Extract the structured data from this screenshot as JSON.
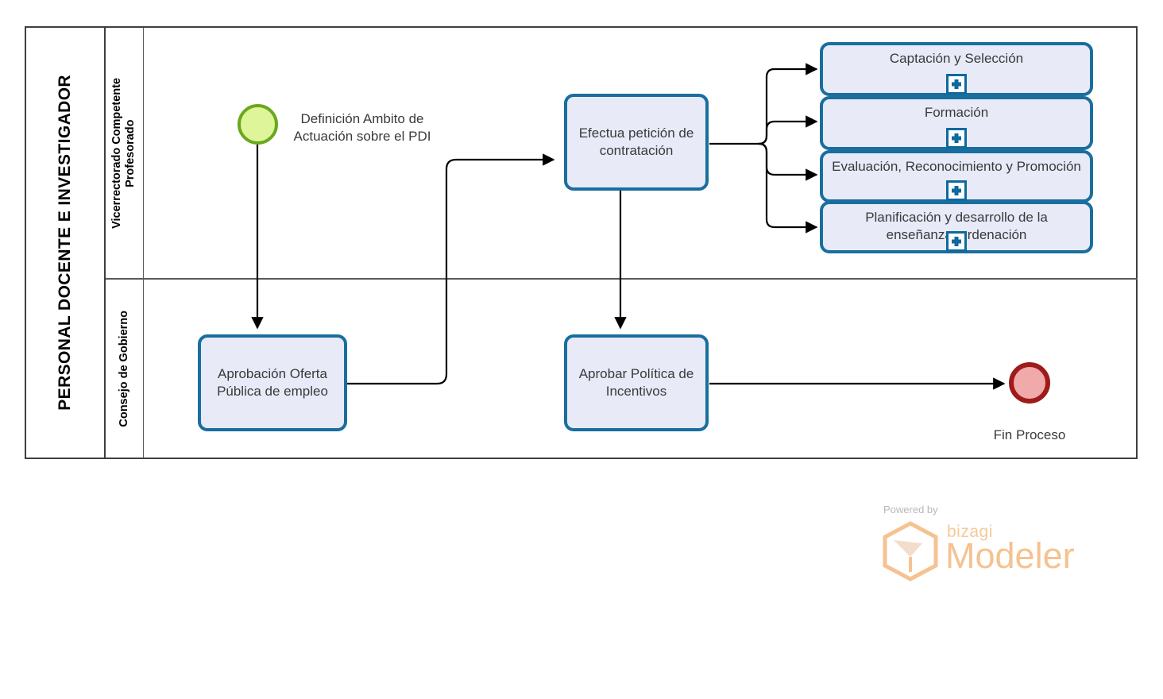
{
  "diagram": {
    "type": "bpmn-process",
    "pool": {
      "label": "PERSONAL DOCENTE E INVESTIGADOR"
    },
    "lanes": [
      {
        "id": "lane-vicerrectorado",
        "label": "Vicerrectorado Competente\nProfesorado"
      },
      {
        "id": "lane-consejo",
        "label": "Consejo de Gobierno"
      }
    ],
    "events": [
      {
        "id": "start-event",
        "kind": "start",
        "label": "Definición Ambito de Actuación sobre el PDI",
        "fill": "#dff59a",
        "stroke": "#6aa81e"
      },
      {
        "id": "end-event",
        "kind": "end",
        "label": "Fin Proceso",
        "fill": "#f0aaaa",
        "stroke": "#9e1b1b"
      }
    ],
    "tasks": [
      {
        "id": "task-efectua-peticion",
        "label": "Efectua petición de contratación",
        "lane": "lane-vicerrectorado"
      },
      {
        "id": "task-aprobacion-oferta",
        "label": "Aprobación Oferta Pública de empleo",
        "lane": "lane-consejo"
      },
      {
        "id": "task-aprobar-politica",
        "label": "Aprobar Política de Incentivos",
        "lane": "lane-consejo"
      }
    ],
    "subprocesses": [
      {
        "id": "subprocess-captacion",
        "label": "Captación y Selección",
        "marker": "collapsed-plus"
      },
      {
        "id": "subprocess-formacion",
        "label": "Formación",
        "marker": "collapsed-plus"
      },
      {
        "id": "subprocess-evaluacion",
        "label": "Evaluación, Reconocimiento y Promoción",
        "marker": "collapsed-plus"
      },
      {
        "id": "subprocess-planificacion",
        "label": "Planificación y desarrollo de la enseñanza: ordenación",
        "marker": "collapsed-plus"
      }
    ],
    "colors": {
      "task_fill": "#e8eaf8",
      "task_stroke": "#1a6e9e",
      "pool_stroke": "#3f3f3f",
      "lane_stroke": "#5a5a5a",
      "connector": "#000000",
      "text": "#3a3a3a",
      "watermark": "#f6c291"
    }
  },
  "watermark": {
    "powered_by": "Powered by",
    "brand": "bizagi",
    "product": "Modeler"
  }
}
